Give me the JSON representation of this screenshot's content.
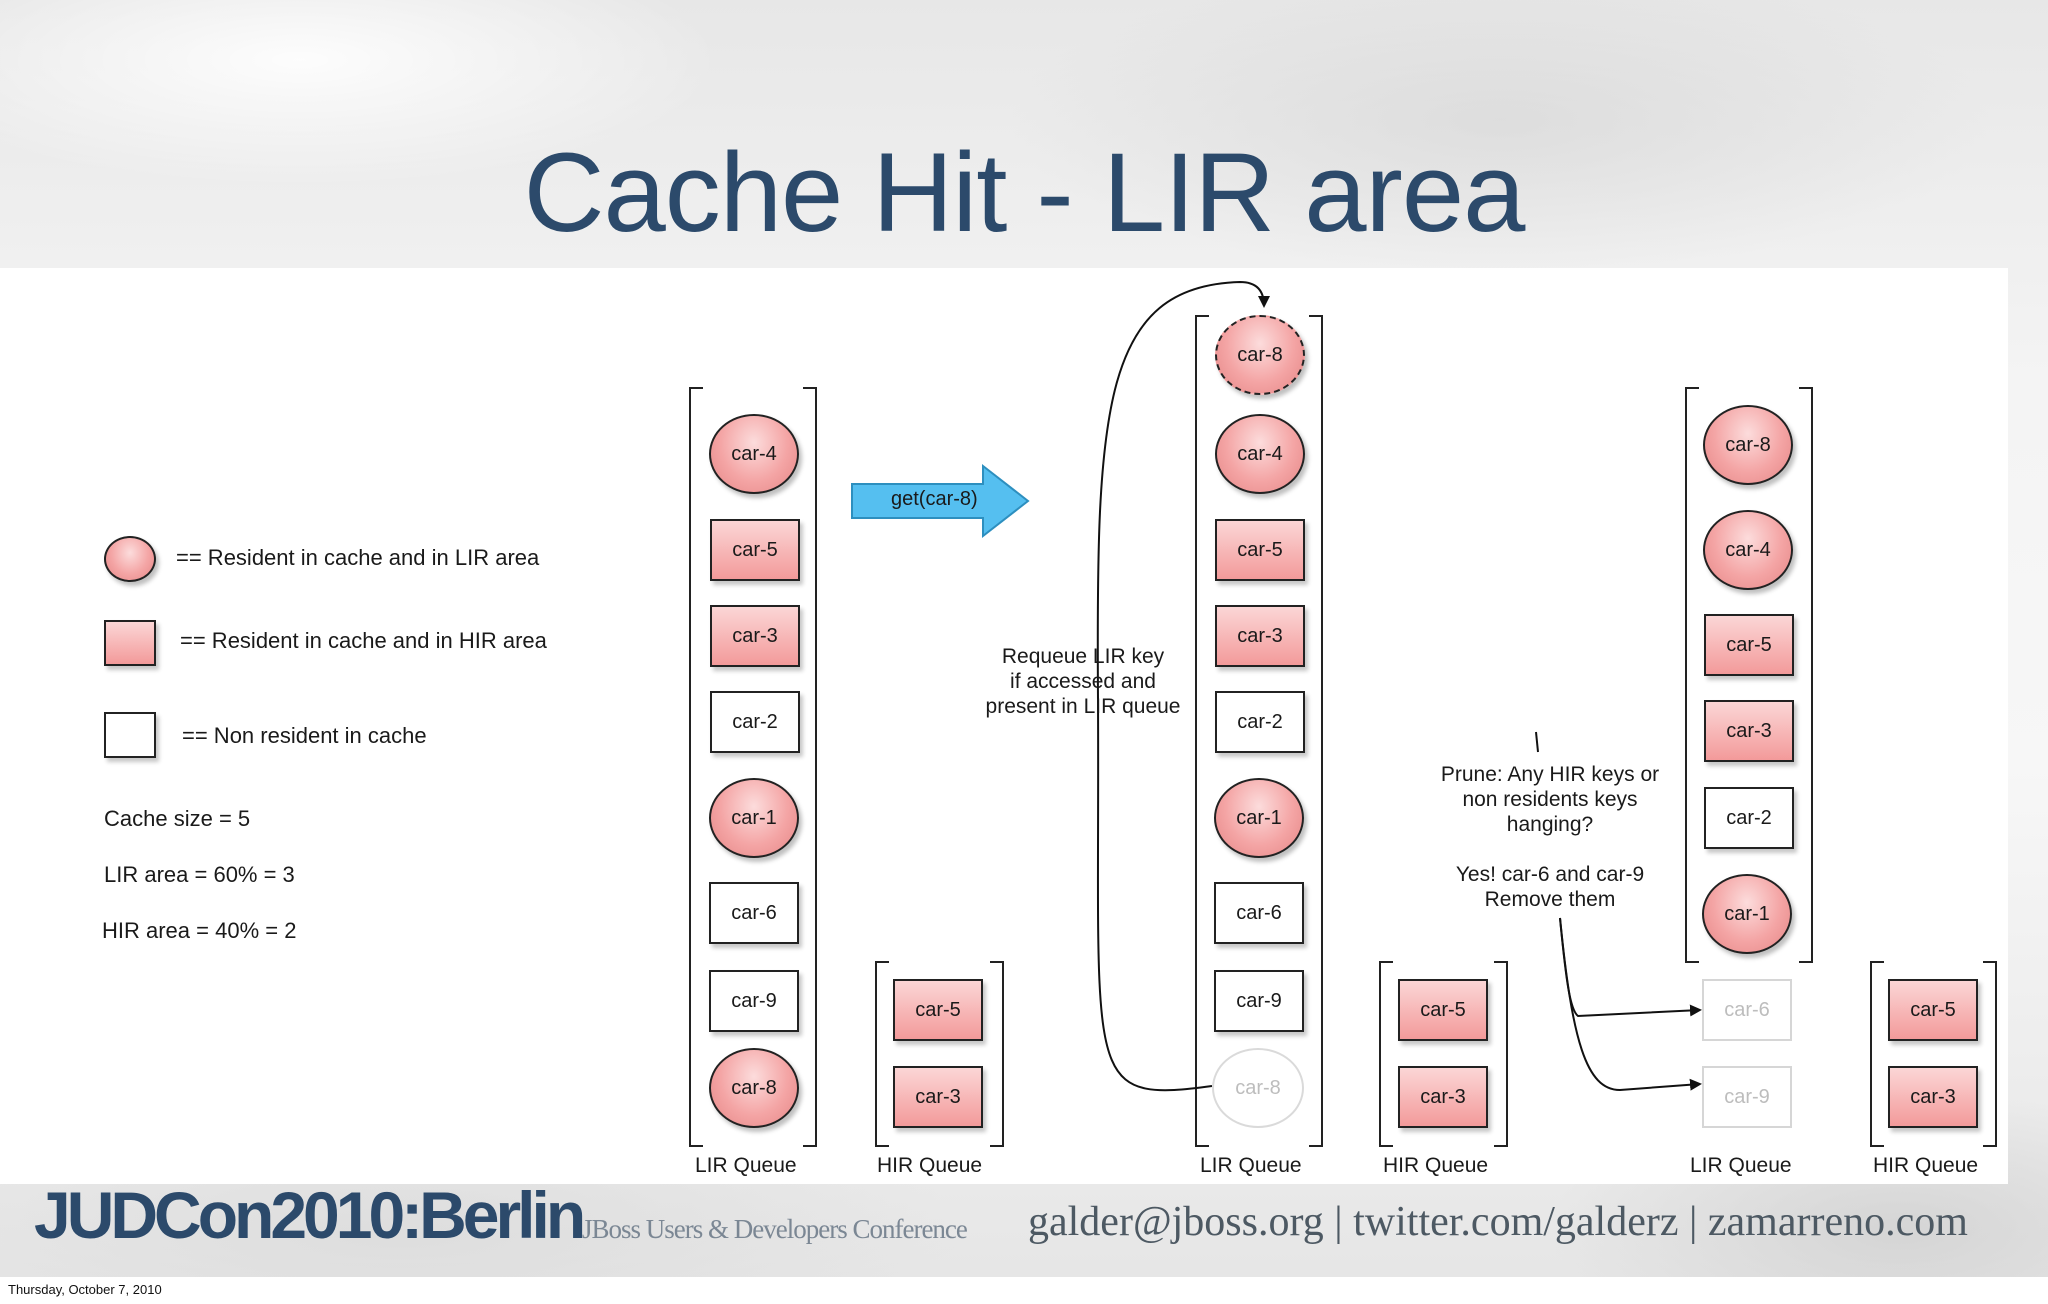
{
  "slide": {
    "title": "Cache Hit - LIR area",
    "legend": {
      "lir_resident": "== Resident in cache and in LIR area",
      "hir_resident": "== Resident in cache and in HIR area",
      "non_resident": "== Non resident in cache",
      "cache_size": "Cache size = 5",
      "lir_area": "LIR area = 60% = 3",
      "hir_area": "HIR area = 40% = 2"
    },
    "arrow_label": "get(car-8)",
    "requeue_note": "Requeue LIR key\nif accessed and\npresent in LIR queue",
    "prune_note": "Prune: Any HIR keys or\nnon residents keys\nhanging?\n\nYes! car-6 and car-9\nRemove them",
    "queue_labels": {
      "lir": "LIR Queue",
      "hir": "HIR Queue"
    },
    "stages": [
      {
        "lir_queue": [
          {
            "key": "car-4",
            "kind": "lir"
          },
          {
            "key": "car-5",
            "kind": "hir"
          },
          {
            "key": "car-3",
            "kind": "hir"
          },
          {
            "key": "car-2",
            "kind": "nonres"
          },
          {
            "key": "car-1",
            "kind": "lir"
          },
          {
            "key": "car-6",
            "kind": "nonres"
          },
          {
            "key": "car-9",
            "kind": "nonres"
          },
          {
            "key": "car-8",
            "kind": "lir"
          }
        ],
        "hir_queue": [
          "car-5",
          "car-3"
        ]
      },
      {
        "lir_queue": [
          {
            "key": "car-8",
            "kind": "lir-new"
          },
          {
            "key": "car-4",
            "kind": "lir"
          },
          {
            "key": "car-5",
            "kind": "hir"
          },
          {
            "key": "car-3",
            "kind": "hir"
          },
          {
            "key": "car-2",
            "kind": "nonres"
          },
          {
            "key": "car-1",
            "kind": "lir"
          },
          {
            "key": "car-6",
            "kind": "nonres"
          },
          {
            "key": "car-9",
            "kind": "nonres"
          },
          {
            "key": "car-8",
            "kind": "lir-removed"
          }
        ],
        "hir_queue": [
          "car-5",
          "car-3"
        ]
      },
      {
        "lir_queue": [
          {
            "key": "car-8",
            "kind": "lir"
          },
          {
            "key": "car-4",
            "kind": "lir"
          },
          {
            "key": "car-5",
            "kind": "hir"
          },
          {
            "key": "car-3",
            "kind": "hir"
          },
          {
            "key": "car-2",
            "kind": "nonres"
          },
          {
            "key": "car-1",
            "kind": "lir"
          },
          {
            "key": "car-6",
            "kind": "removed"
          },
          {
            "key": "car-9",
            "kind": "removed"
          }
        ],
        "hir_queue": [
          "car-5",
          "car-3"
        ]
      }
    ]
  },
  "footer": {
    "brand": "JUDCon2010:Berlin",
    "subtitle": "JBoss Users & Developers Conference",
    "contact": "galder@jboss.org | twitter.com/galderz | zamarreno.com"
  },
  "date": "Thursday, October 7, 2010",
  "colors": {
    "title": "#2c4a6b",
    "lir_fill": "#f4a5a5",
    "arrow": "#4db8ea"
  }
}
